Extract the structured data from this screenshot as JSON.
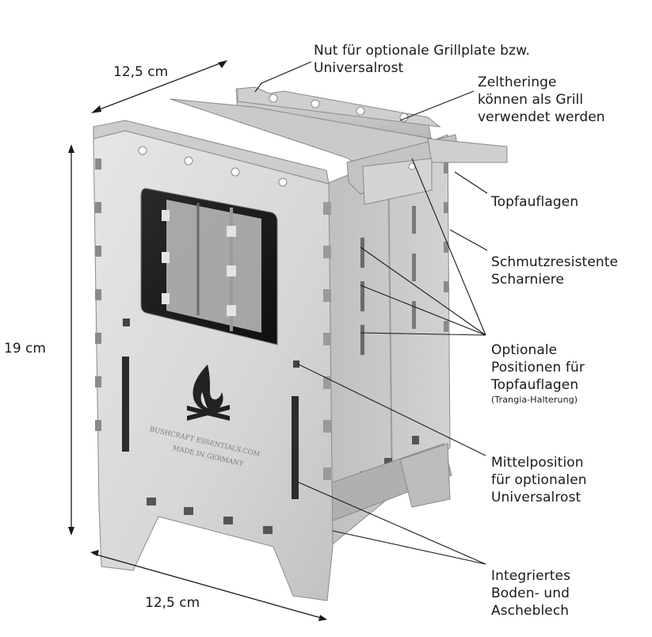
{
  "dimensions": {
    "top_width": "12,5 cm",
    "height": "19 cm",
    "bottom_width": "12,5 cm"
  },
  "callouts": {
    "grill_slot": [
      "Nut für optionale Grillplate bzw.",
      "Universalrost"
    ],
    "tent_pegs": [
      "Zeltheringe",
      "können als Grill",
      "verwendet werden"
    ],
    "pot_supports": [
      "Topfauflagen"
    ],
    "hinges": [
      "Schmutzresistente",
      "Scharniere"
    ],
    "optional_positions": [
      "Optionale",
      "Positionen für",
      "Topfauflagen"
    ],
    "optional_positions_note": "(Trangia-Halterung)",
    "middle_position": [
      "Mittelposition",
      "für optionalen",
      "Universalrost"
    ],
    "ash_tray": [
      "Integriertes",
      "Boden- und",
      "Ascheblech"
    ]
  },
  "engraving": {
    "line1": "BUSHCRAFT ESSENTIALS.COM",
    "line2": "MADE IN GERMANY"
  },
  "colors": {
    "steel_light": "#dcdcdc",
    "steel_mid": "#c4c4c4",
    "steel_dark": "#9e9e9e",
    "line": "#1a1a1a"
  }
}
